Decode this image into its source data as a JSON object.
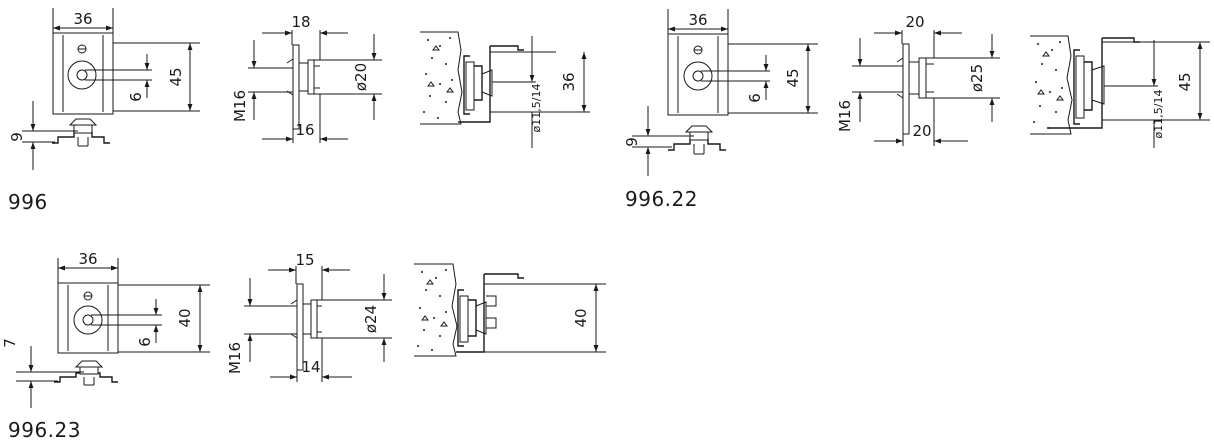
{
  "products": [
    {
      "code": "996",
      "front": {
        "width": "36",
        "height": "45",
        "offset": "6",
        "clip": "9"
      },
      "side": {
        "top": "18",
        "diameter": "ø20",
        "thread": "M16",
        "bottom": "16"
      },
      "section": {
        "height": "36",
        "hole": "ø11,5/14"
      }
    },
    {
      "code": "996.22",
      "front": {
        "width": "36",
        "height": "45",
        "offset": "6",
        "clip": "9"
      },
      "side": {
        "top": "20",
        "diameter": "ø25",
        "thread": "M16",
        "bottom": "20"
      },
      "section": {
        "height": "45",
        "hole": "ø11,5/14"
      }
    },
    {
      "code": "996.23",
      "front": {
        "width": "36",
        "height": "40",
        "offset": "6",
        "clip": "7"
      },
      "side": {
        "top": "15",
        "diameter": "ø24",
        "thread": "M16",
        "bottom": "14"
      },
      "section": {
        "height": "40"
      }
    }
  ]
}
